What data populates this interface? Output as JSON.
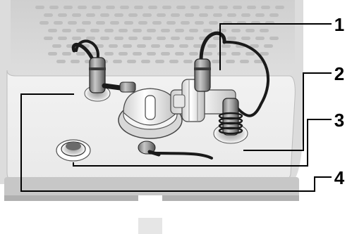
{
  "callouts": [
    {
      "number": "1"
    },
    {
      "number": "2"
    },
    {
      "number": "3"
    },
    {
      "number": "4"
    }
  ]
}
